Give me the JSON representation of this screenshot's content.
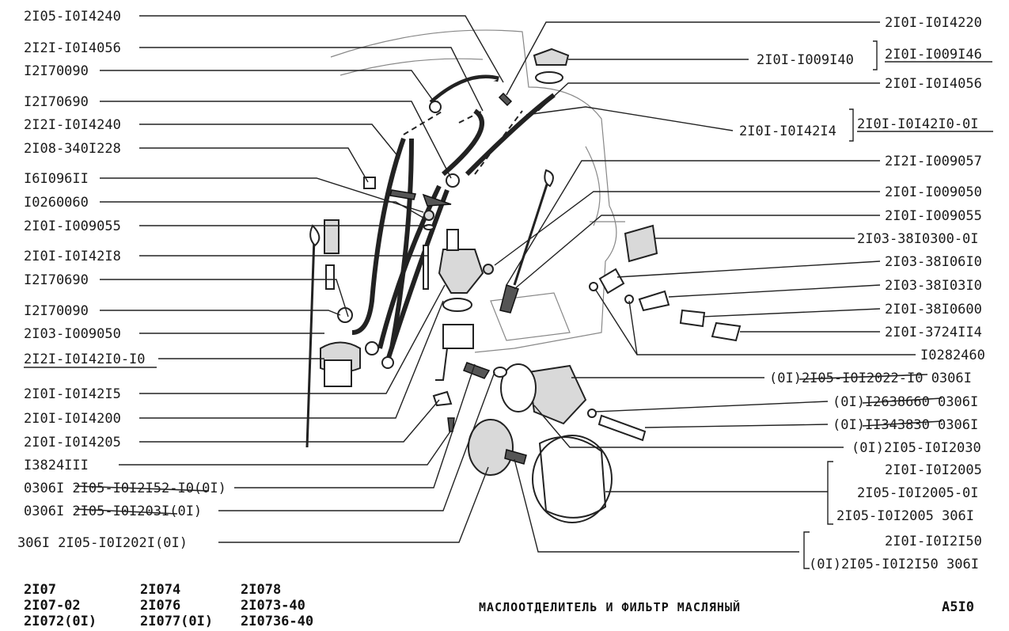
{
  "callouts": [
    "2I05-I0I4240",
    "2I2I-I0I4056",
    "I2I70090",
    "I2I70690",
    "2I2I-I0I4240",
    "2I08-340I228",
    "I6I096II",
    "I0260060",
    "2I0I-I009055",
    "2I0I-I0I42I8",
    "I2I70690",
    "I2I70090",
    "2I03-I009050",
    "2I2I-I0I42I0-I0",
    "2I0I-I0I42I5",
    "2I0I-I0I4200",
    "2I0I-I0I4205",
    "I3824III",
    "0306I 2I05-I0I2I52-I0(0I)",
    "0306I 2I05-I0I203I(0I)",
    "306I 2I05-I0I202I(0I)",
    "2I0I-I0I4220",
    "2I0I-I009I40",
    "2I0I-I009I46",
    "2I0I-I0I4056",
    "2I0I-I0I42I4",
    "2I0I-I0I42I0-0I",
    "2I2I-I009057",
    "2I0I-I009050",
    "2I0I-I009055",
    "2I03-38I0300-0I",
    "2I03-38I06I0",
    "2I03-38I03I0",
    "2I0I-38I0600",
    "2I0I-3724II4",
    "I0282460",
    "(0I)2I05-I0I2022-I0 0306I",
    "(0I)I2638660 0306I",
    "(0I)II343830 0306I",
    "(0I)2I05-I0I2030",
    "2I0I-I0I2005",
    "2I05-I0I2005-0I",
    "2I05-I0I2005 306I",
    "2I0I-I0I2I50",
    "(0I)2I05-I0I2I50 306I"
  ],
  "footer": {
    "models": [
      "2I07",
      "2I07-02",
      "2I072(0I)",
      "2I074",
      "2I076",
      "2I077(0I)",
      "2I078",
      "2I073-40",
      "2I0736-40"
    ],
    "title": "МАСЛООТДЕЛИТЕЛЬ  И  ФИЛЬТР  МАСЛЯНЫЙ",
    "page_code": "А5I0"
  }
}
